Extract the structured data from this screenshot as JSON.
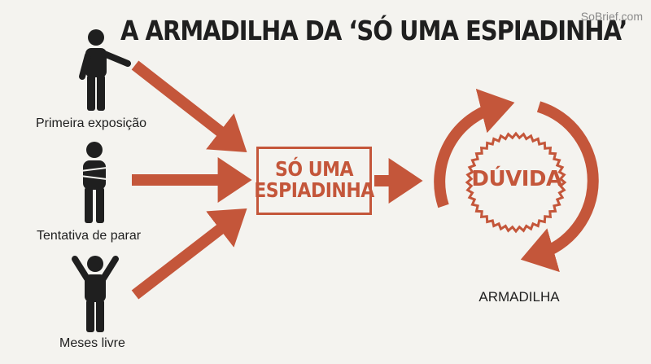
{
  "title": "A ARMADILHA DA ‘SÓ UMA ESPIADINHA’",
  "watermark": "SoBrief.com",
  "figures": [
    {
      "label": "Primeira exposição",
      "icon": "person-pointing-icon"
    },
    {
      "label": "Tentativa de parar",
      "icon": "person-arms-crossed-icon"
    },
    {
      "label": "Meses livre",
      "icon": "person-arms-raised-icon"
    }
  ],
  "center_box": {
    "line1": "SÓ UMA",
    "line2": "ESPIADINHA"
  },
  "cycle": {
    "center_word": "DÚVIDA",
    "label": "ARMADILHA"
  },
  "colors": {
    "accent": "#c4563a",
    "figure": "#1f1f1f",
    "background": "#f4f3ef"
  }
}
